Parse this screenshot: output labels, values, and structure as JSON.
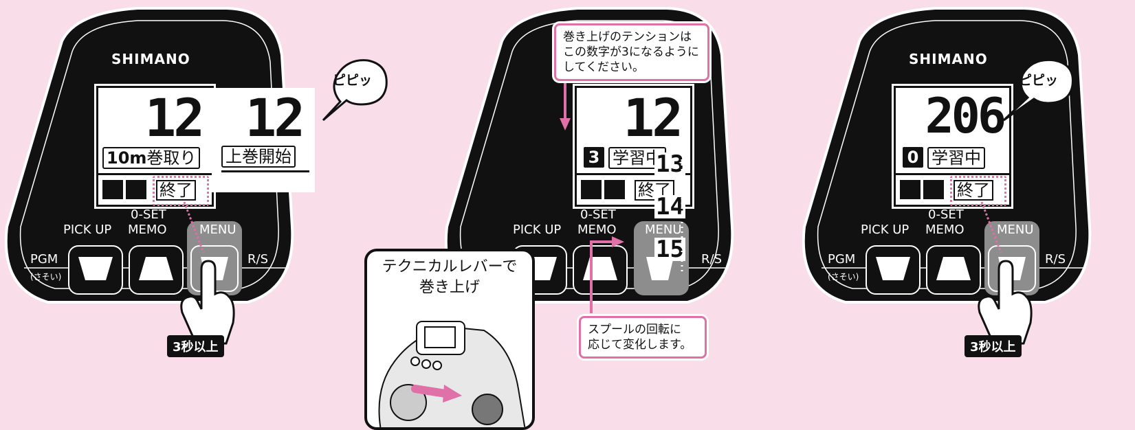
{
  "brand": "SHIMANO",
  "bubble_text": "ピピッ",
  "hold_badge": "3秒以上",
  "buttons": {
    "pickup": "PICK UP",
    "zeroset_line1": "0-SET",
    "zeroset_line2": "MEMO",
    "menu": "MENU",
    "pgm": "PGM",
    "pgm_sub": "(さそい)",
    "rs": "R/S"
  },
  "panel1": {
    "depth": "12",
    "mode_label_num": "10m",
    "mode_label_text": "巻取り",
    "end_label": "終了",
    "popup_depth": "12",
    "popup_label": "上巻開始"
  },
  "panel2": {
    "depth": "12",
    "tension_value": "3",
    "learning_label": "学習中",
    "end_label": "終了",
    "counter_values": [
      "13",
      "14",
      "15"
    ],
    "callout_top": "巻き上げのテンションは\nこの数字が3になるように\nしてください。",
    "callout_bottom": "スプールの回転に\n応じて変化します。",
    "inset_title": "テクニカルレバーで\n巻き上げ"
  },
  "panel3": {
    "depth": "206",
    "tension_value": "0",
    "learning_label": "学習中",
    "end_label": "終了"
  },
  "colors": {
    "background": "#f9dde9",
    "accent_pink": "#e070a8",
    "reel_body": "#111111"
  }
}
